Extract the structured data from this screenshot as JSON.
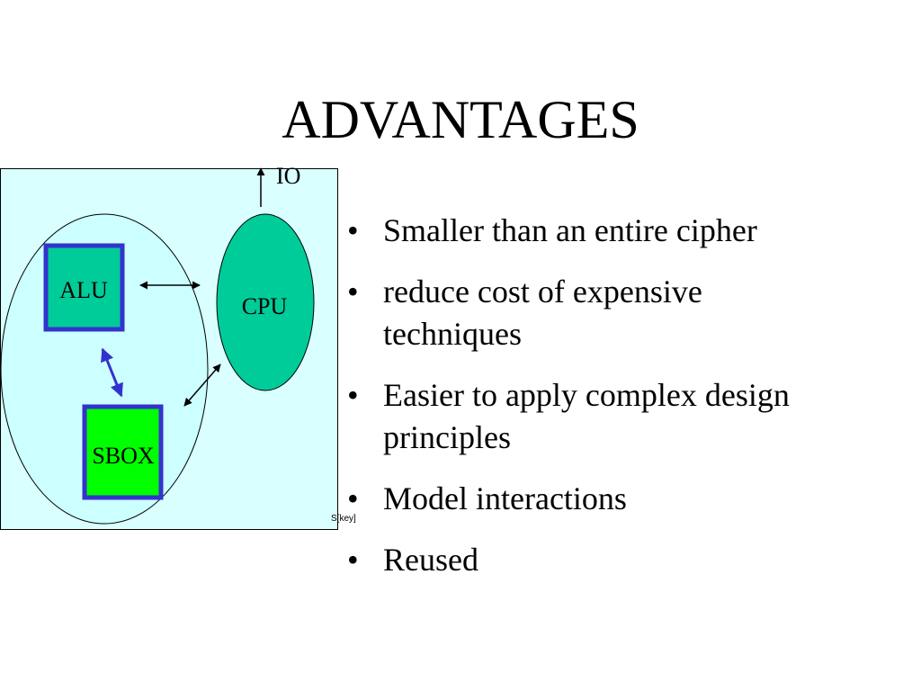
{
  "slide": {
    "title": "ADVANTAGES"
  },
  "diagram": {
    "io_label": "IO",
    "alu_label": "ALU",
    "cpu_label": "CPU",
    "sbox_label": "SBOX",
    "key_label": "S[key]",
    "colors": {
      "panel_fill": "#d9ffff",
      "teal": "#00cc99",
      "green": "#00ff00",
      "box_border": "#3333cc"
    }
  },
  "bullets": {
    "marker": "•",
    "items": [
      {
        "text": "Smaller than an entire cipher"
      },
      {
        "text": "reduce cost of expensive techniques"
      },
      {
        "text": "Easier to apply complex design principles"
      },
      {
        "text": "Model interactions"
      },
      {
        "text": "Reused"
      }
    ]
  }
}
